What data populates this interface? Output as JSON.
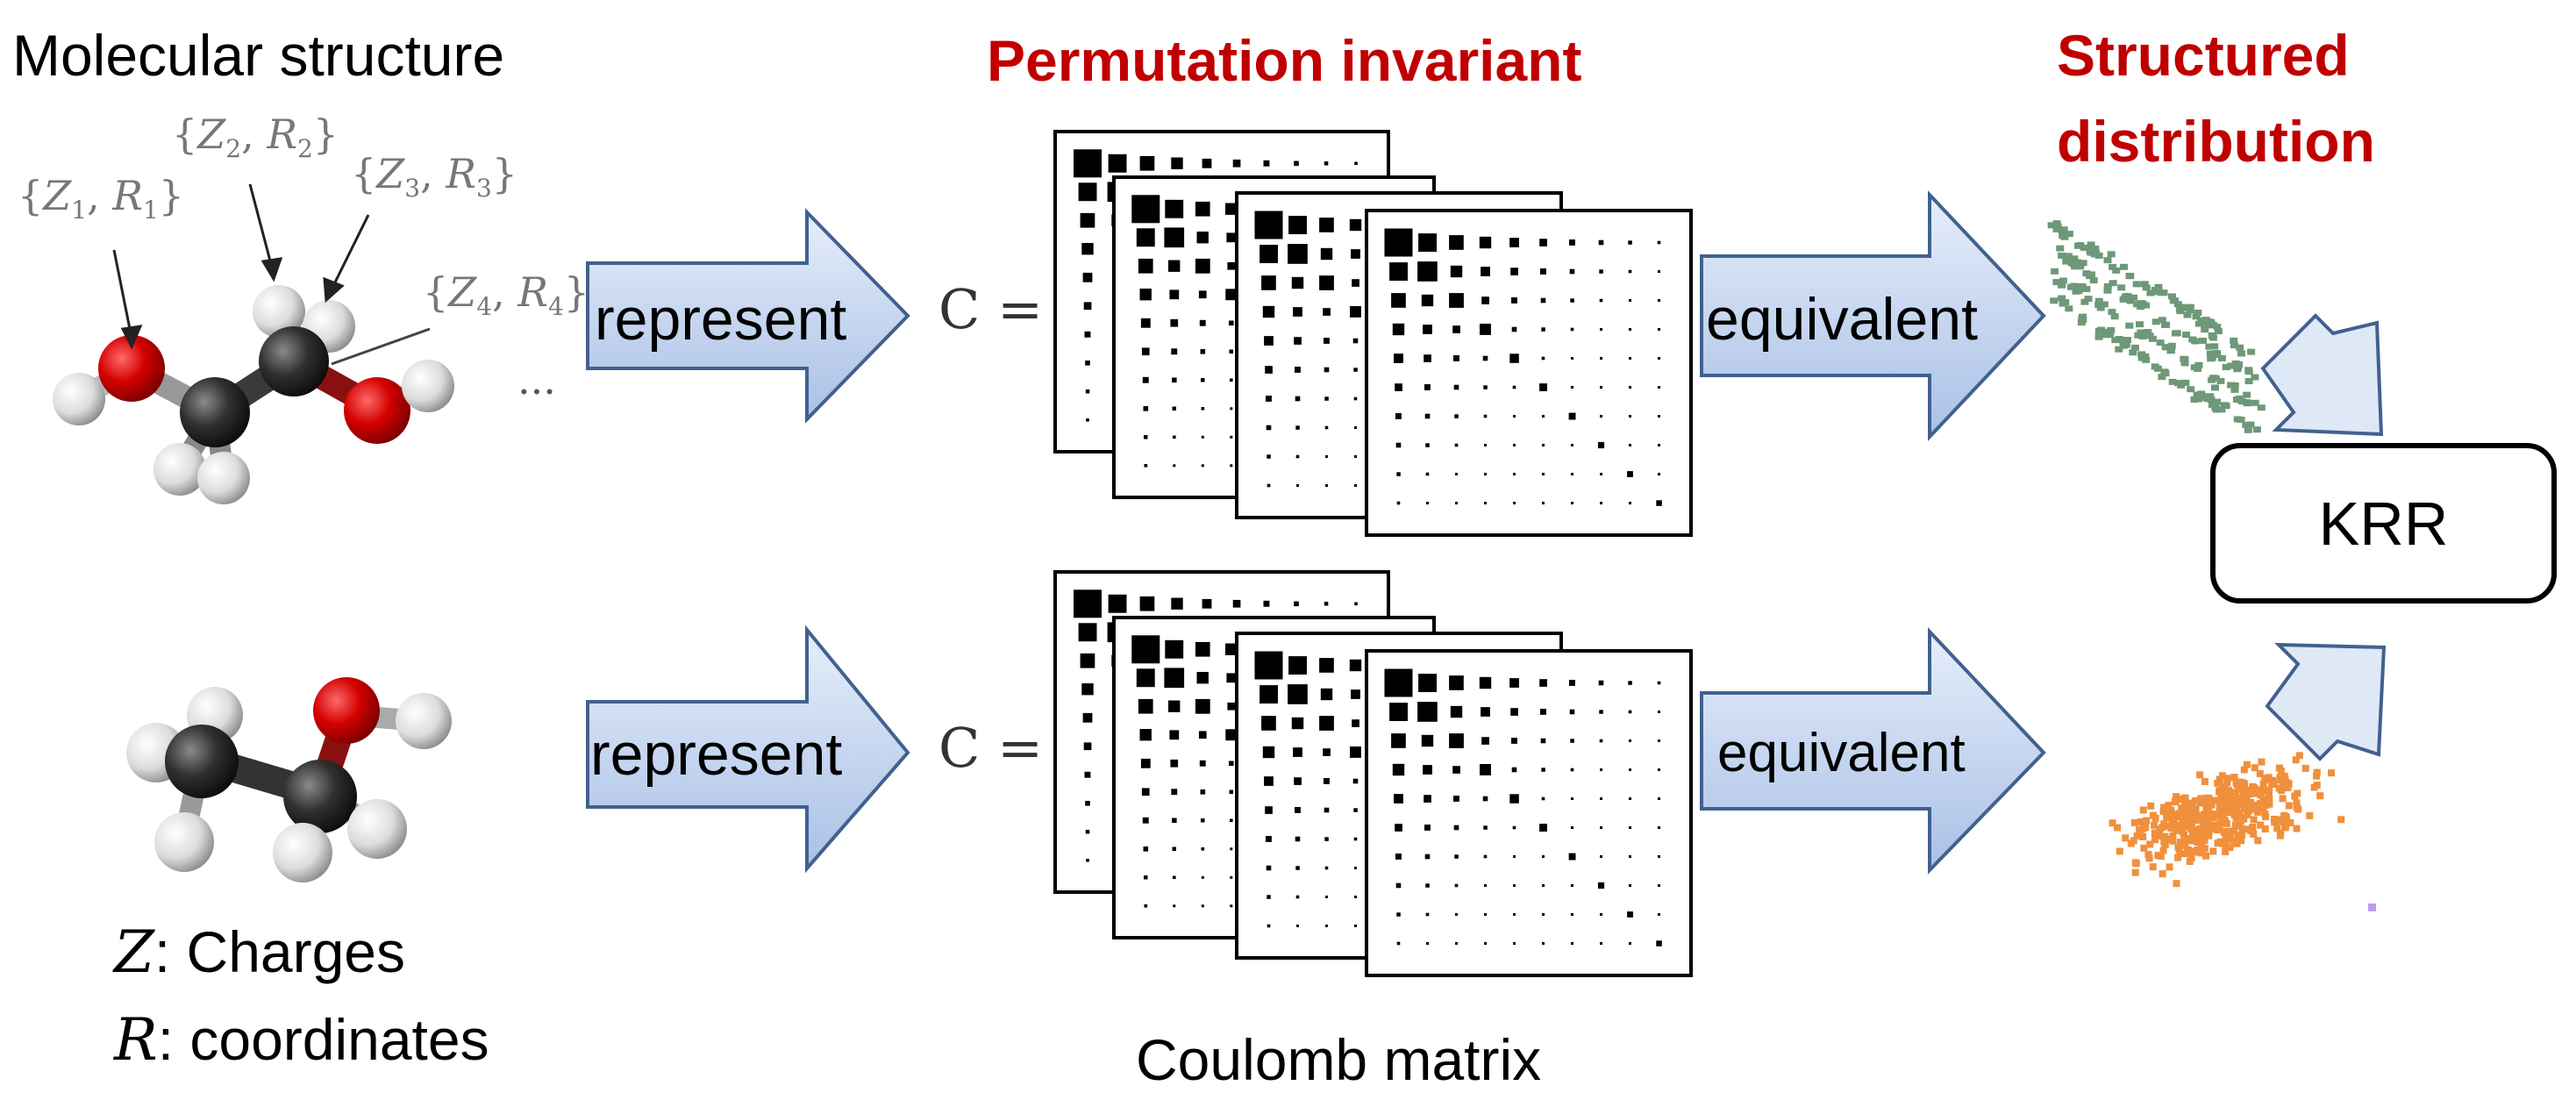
{
  "headings": {
    "molecular_structure": "Molecular structure",
    "permutation_invariant": "Permutation invariant",
    "structured_line1": "Structured",
    "structured_line2": "distribution",
    "coulomb_matrix": "Coulomb matrix"
  },
  "atom_labels": [
    {
      "z": "Z",
      "zsub": "1",
      "r": "R",
      "rsub": "1"
    },
    {
      "z": "Z",
      "zsub": "2",
      "r": "R",
      "rsub": "2"
    },
    {
      "z": "Z",
      "zsub": "3",
      "r": "R",
      "rsub": "3"
    },
    {
      "z": "Z",
      "zsub": "4",
      "r": "R",
      "rsub": "4"
    }
  ],
  "ellipsis": "...",
  "arrows": {
    "represent_top": "represent",
    "represent_bottom": "represent",
    "equivalent_top": "equivalent",
    "equivalent_bottom": "equivalent"
  },
  "c_equals": "C =",
  "krr": "KRR",
  "legend": {
    "z_symbol": "Z",
    "z_text": ": Charges",
    "r_symbol": "R",
    "r_text": ": coordinates"
  },
  "colors": {
    "heading_red": "#c00000",
    "arrow_fill_light": "#dfe8f6",
    "arrow_fill_dark": "#a9c0e6",
    "arrow_stroke": "#41618f",
    "green_points": "#6e9878",
    "orange_points": "#f0903c",
    "oxygen": "#d40000",
    "carbon": "#2e2e2e",
    "hydrogen": "#e8e8e8"
  }
}
